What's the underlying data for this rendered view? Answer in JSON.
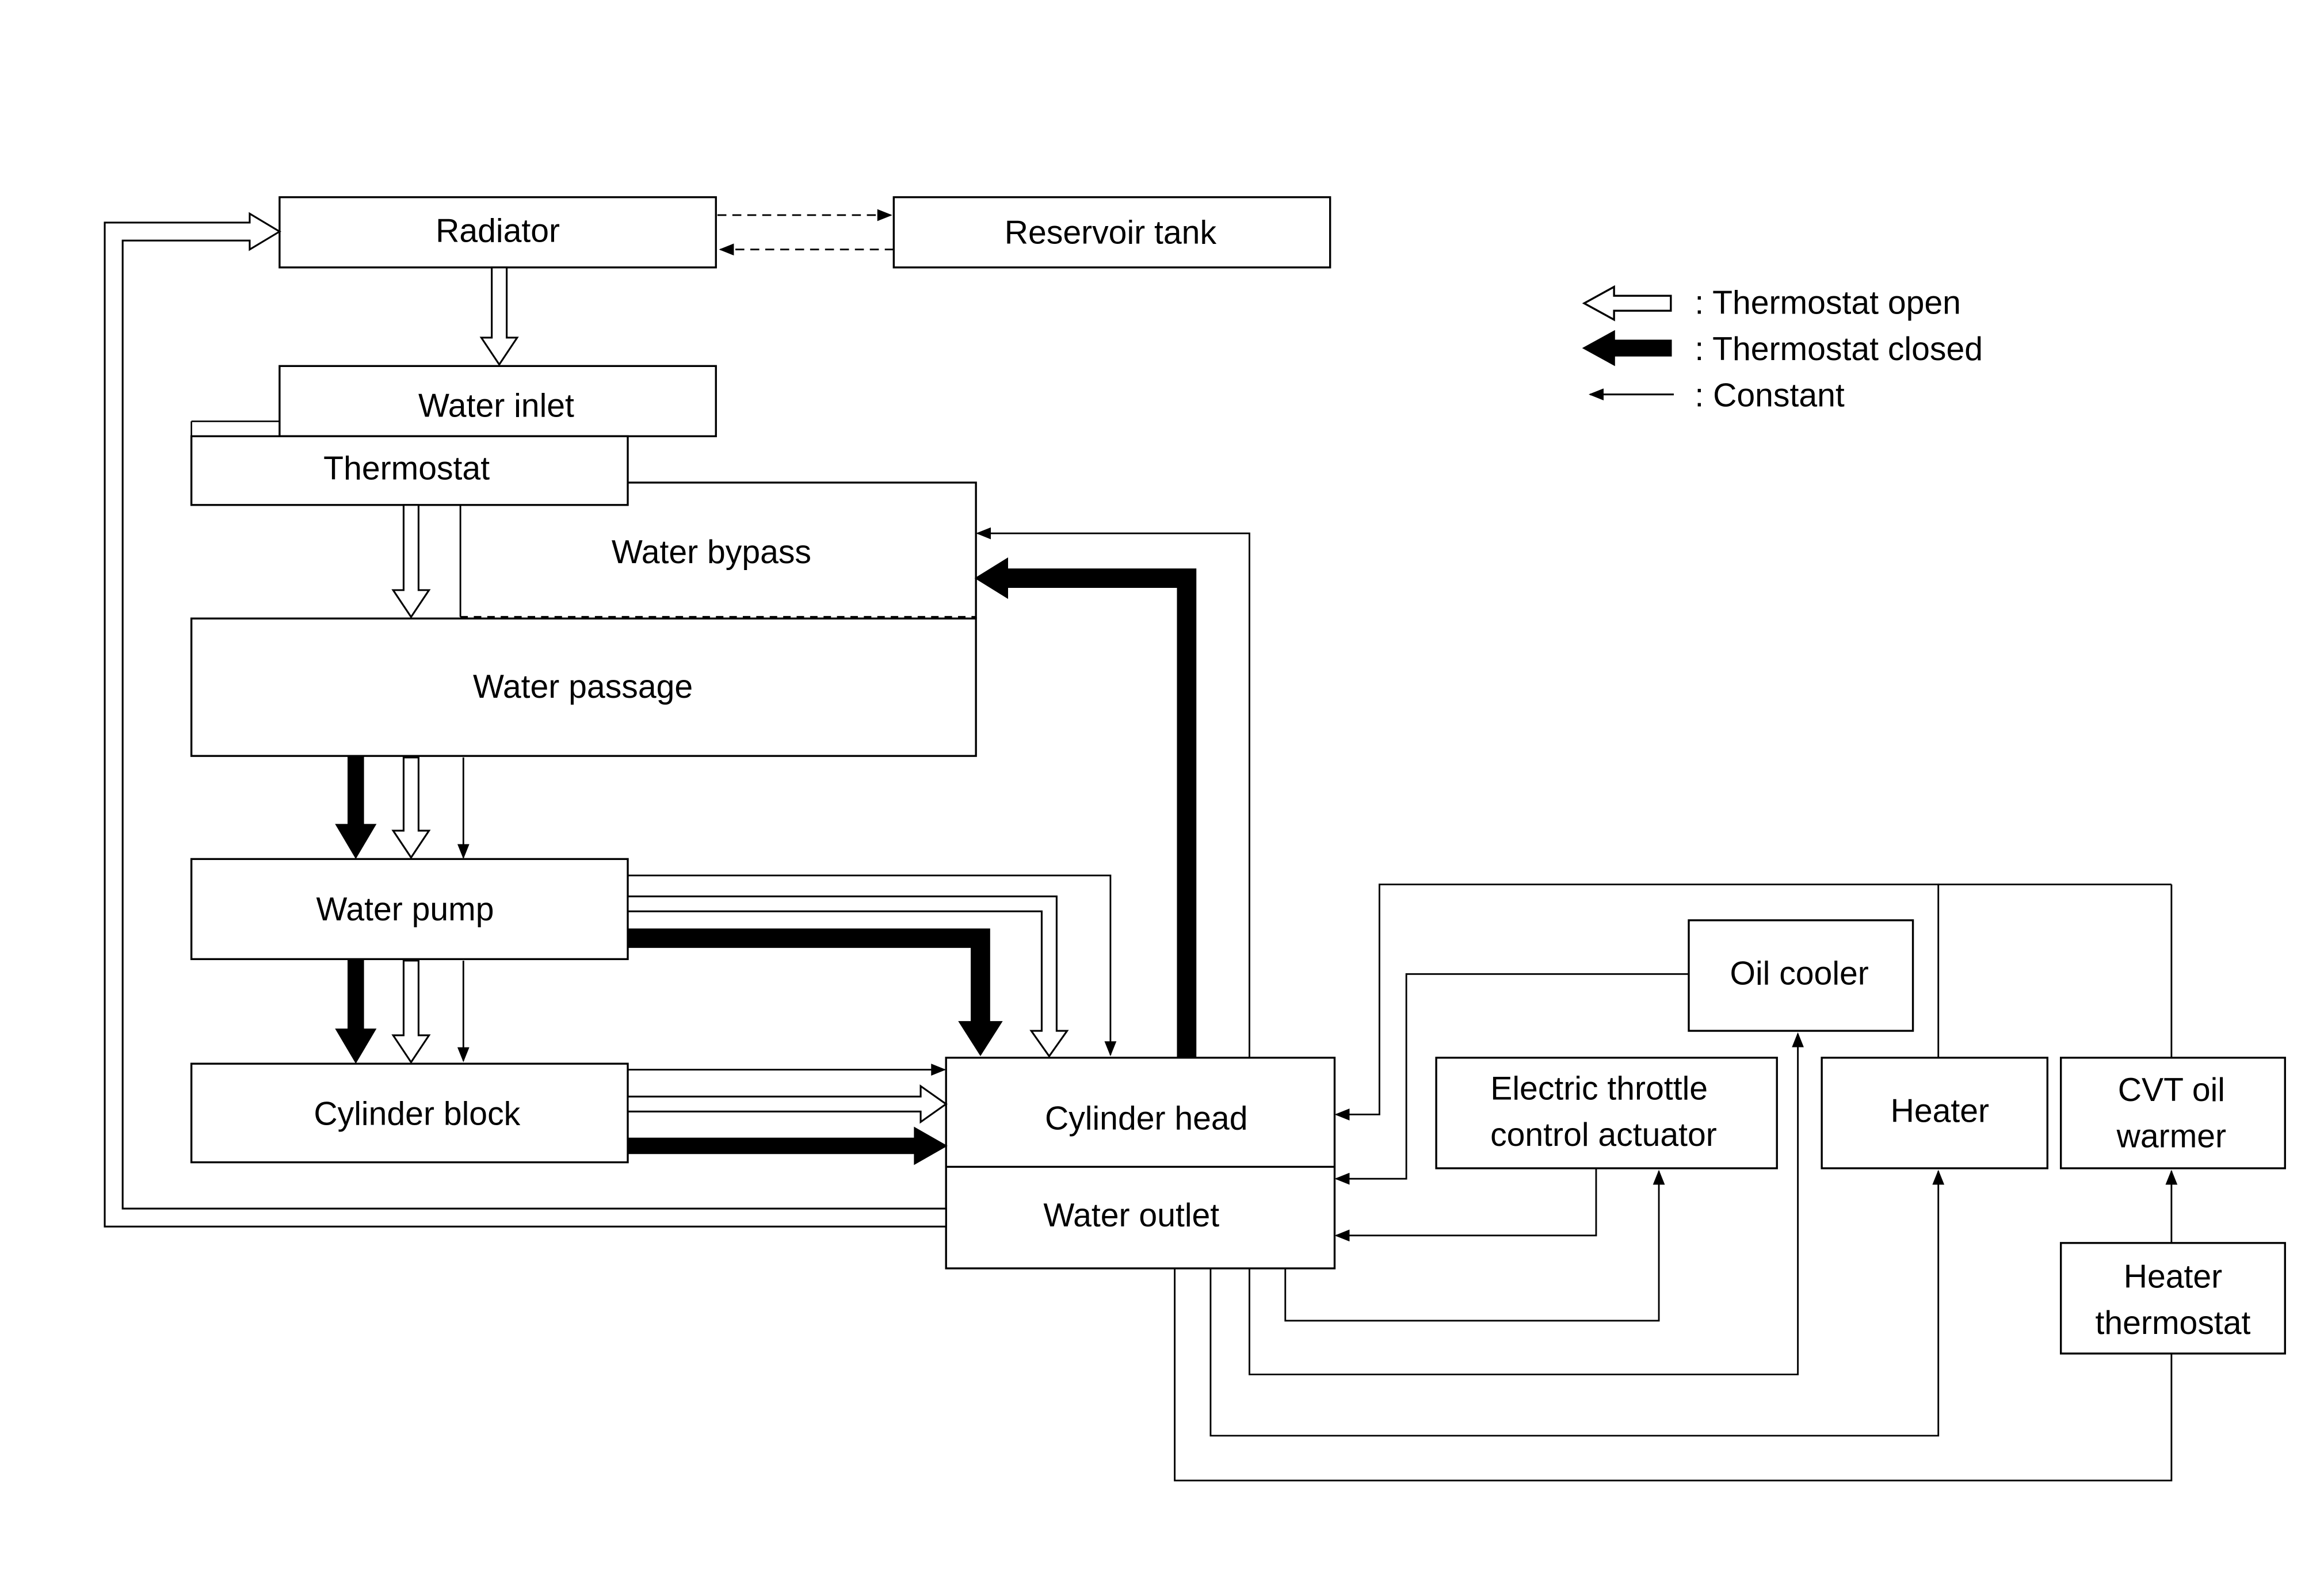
{
  "legend": {
    "open": ": Thermostat open",
    "closed": ": Thermostat closed",
    "constant": ": Constant"
  },
  "components": {
    "radiator": "Radiator",
    "reservoir_tank": "Reservoir tank",
    "water_inlet": "Water inlet",
    "thermostat": "Thermostat",
    "water_bypass": "Water bypass",
    "water_passage": "Water passage",
    "water_pump": "Water pump",
    "cylinder_block": "Cylinder block",
    "cylinder_head": "Cylinder head",
    "water_outlet": "Water outlet",
    "oil_cooler": "Oil cooler",
    "electric_throttle_line1": "Electric throttle",
    "electric_throttle_line2": "control actuator",
    "heater": "Heater",
    "cvt_oil_warmer_line1": "CVT oil",
    "cvt_oil_warmer_line2": "warmer",
    "heater_thermostat_line1": "Heater",
    "heater_thermostat_line2": "thermostat"
  },
  "colors": {
    "line": "#000000",
    "background": "#ffffff",
    "open_fill": "#ffffff",
    "closed_fill": "#000000"
  }
}
